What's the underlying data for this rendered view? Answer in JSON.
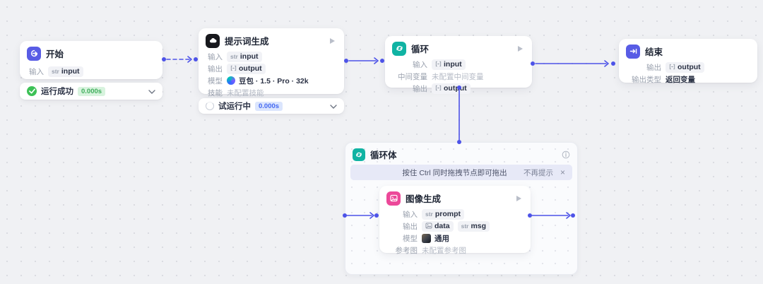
{
  "colors": {
    "edge": "#4d53e8",
    "start_icon_bg": "#585ce5",
    "prompt_icon_bg": "#17181d",
    "loop_icon_bg": "#10b3a3",
    "end_icon_bg": "#585ce5",
    "image_icon_bg": "#ec4899",
    "success": "#3cc156",
    "success_badge_bg": "#d8f3de",
    "success_badge_text": "#3fae5b",
    "running_badge_bg": "#dbe5fd",
    "running_badge_text": "#4468f1",
    "banner_bg": "#e7e9f7"
  },
  "nodes": {
    "start": {
      "title": "开始",
      "icon": "start-arrow-icon",
      "rows": [
        {
          "label": "输入",
          "tags": [
            {
              "type": "str",
              "name": "input"
            }
          ]
        }
      ],
      "status": {
        "state": "success",
        "label": "运行成功",
        "duration": "0.000s"
      }
    },
    "prompt_gen": {
      "title": "提示词生成",
      "icon": "prompt-cloud-icon",
      "rows": [
        {
          "label": "输入",
          "tags": [
            {
              "type": "str",
              "name": "input"
            }
          ]
        },
        {
          "label": "输出",
          "tags": [
            {
              "type": "array",
              "name": "output"
            }
          ]
        },
        {
          "label": "模型",
          "icon": "doubao-logo",
          "text": "豆包 · 1.5 · Pro · 32k"
        },
        {
          "label": "技能",
          "muted": "未配置技能"
        }
      ],
      "status": {
        "state": "running",
        "label": "试运行中",
        "duration": "0.000s"
      }
    },
    "loop": {
      "title": "循环",
      "icon": "loop-arrows-icon",
      "rows": [
        {
          "label": "输入",
          "tags": [
            {
              "type": "array",
              "name": "input"
            }
          ]
        },
        {
          "label": "中间变量",
          "muted": "未配置中间变量"
        },
        {
          "label": "输出",
          "tags": [
            {
              "type": "array",
              "name": "output"
            }
          ]
        }
      ]
    },
    "end": {
      "title": "结束",
      "icon": "end-arrow-icon",
      "rows": [
        {
          "label": "输出",
          "tags": [
            {
              "type": "array",
              "name": "output"
            }
          ]
        },
        {
          "label": "输出类型",
          "text": "返回变量"
        }
      ]
    },
    "loop_body": {
      "title": "循环体",
      "icon": "loop-arrows-icon",
      "info_icon": "info-icon",
      "banner": {
        "message": "按住 Ctrl 同时拖拽节点即可拖出",
        "dismiss_label": "不再提示",
        "close": "×"
      }
    },
    "image_gen": {
      "title": "图像生成",
      "icon": "image-picture-icon",
      "rows": [
        {
          "label": "输入",
          "tags": [
            {
              "type": "str",
              "name": "prompt"
            }
          ]
        },
        {
          "label": "输出",
          "tags": [
            {
              "type": "image",
              "name": "data"
            },
            {
              "type": "str",
              "name": "msg"
            }
          ]
        },
        {
          "label": "模型",
          "icon": "generic-model-avatar",
          "text": "通用"
        },
        {
          "label": "参考图",
          "muted": "未配置参考图"
        }
      ]
    }
  },
  "edges": [
    {
      "from": "start",
      "to": "prompt_gen",
      "style": "dashed"
    },
    {
      "from": "prompt_gen",
      "to": "loop",
      "style": "solid"
    },
    {
      "from": "loop",
      "to": "end",
      "style": "solid"
    },
    {
      "from": "loop",
      "to": "loop_body",
      "style": "solid"
    },
    {
      "from": "loop_body-left-port",
      "to": "image_gen",
      "style": "solid"
    },
    {
      "from": "image_gen",
      "to": "loop_body-right-port",
      "style": "solid"
    }
  ]
}
